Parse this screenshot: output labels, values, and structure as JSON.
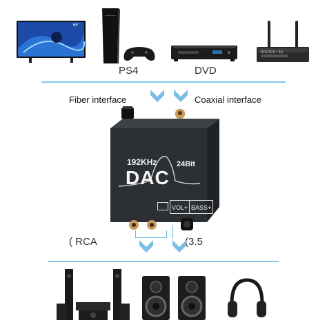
{
  "sources": {
    "tv": {
      "screen_text": "65\""
    },
    "ps4": {
      "label": "PS4"
    },
    "dvd": {
      "label": "DVD"
    },
    "router": {
      "panel_text": "ROUTER • 5G"
    }
  },
  "inputs": {
    "fiber_label": "Fiber interface",
    "coaxial_label": "Coaxial interface"
  },
  "dac": {
    "freq_label": "192KHz",
    "bit_label": "24Bit",
    "title": "DAC",
    "buttons": [
      "VOL+",
      "BASS+"
    ]
  },
  "outputs": {
    "rca_label": "( RCA",
    "jack_label": "(3.5"
  },
  "colors": {
    "accent_line": "#7fc7e6",
    "arrow": "#6cb8e0",
    "dac_body": "#2c2f33"
  }
}
